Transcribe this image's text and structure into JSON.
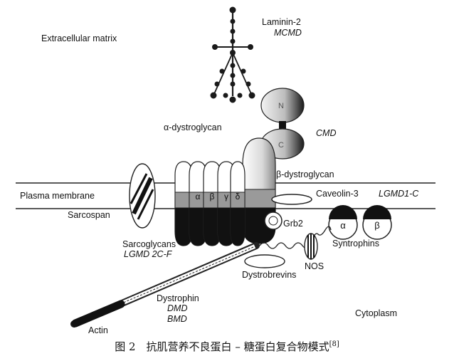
{
  "labels": {
    "extracellular_matrix": "Extracellular matrix",
    "laminin": "Laminin-2",
    "mcmd": "MCMD",
    "alpha_dystroglycan": "α-dystroglycan",
    "cmd": "CMD",
    "beta_dystroglycan": "β-dystroglycan",
    "plasma_membrane": "Plasma membrane",
    "caveolin": "Caveolin-3",
    "lgmd1c": "LGMD1-C",
    "sarcospan": "Sarcospan",
    "grb2": "Grb2",
    "sarcoglycans": "Sarcoglycans",
    "lgmd2cf": "LGMD 2C-F",
    "syntrophins": "Syntrophins",
    "nos": "NOS",
    "dystrobrevins": "Dystrobrevins",
    "dystrophin": "Dystrophin",
    "dmd": "DMD",
    "bmd": "BMD",
    "cytoplasm": "Cytoplasm",
    "actin": "Actin",
    "sg_alpha": "α",
    "sg_beta": "β",
    "sg_gamma": "γ",
    "sg_delta": "δ",
    "syn_alpha": "α",
    "syn_beta": "β",
    "g_domain": "N",
    "c_domain": "C"
  },
  "caption": {
    "text": "图 2　抗肌营养不良蛋白 – 糖蛋白复合物模式",
    "ref": "[8]"
  }
}
